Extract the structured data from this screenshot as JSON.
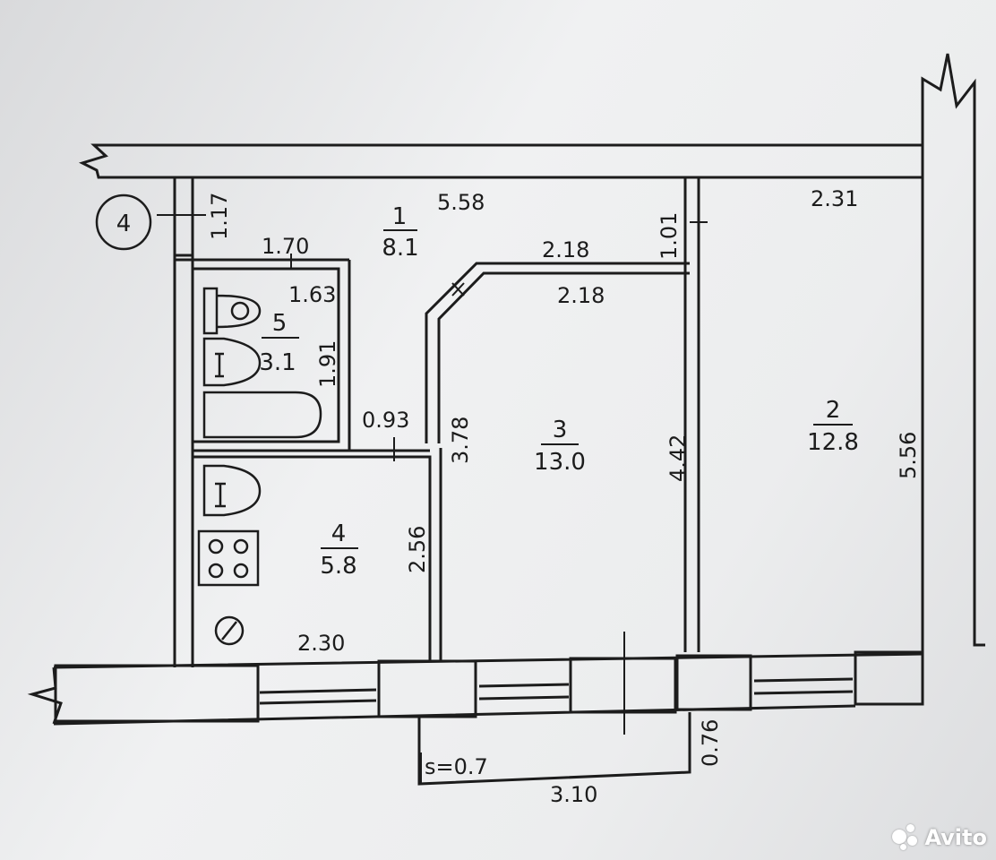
{
  "axis_marker": "4",
  "rooms": [
    {
      "number": "1",
      "area": "8.1"
    },
    {
      "number": "2",
      "area": "12.8"
    },
    {
      "number": "3",
      "area": "13.0"
    },
    {
      "number": "4",
      "area": "5.8"
    },
    {
      "number": "5",
      "area": "3.1"
    }
  ],
  "dimensions": {
    "d_1_17": "1.17",
    "d_5_58": "5.58",
    "d_2_31": "2.31",
    "d_1_01": "1.01",
    "d_1_70": "1.70",
    "d_1_63": "1.63",
    "d_2_18_top": "2.18",
    "d_2_18_bottom": "2.18",
    "d_1_91": "1.91",
    "d_0_93": "0.93",
    "d_3_78": "3.78",
    "d_4_42": "4.42",
    "d_5_56": "5.56",
    "d_2_56": "2.56",
    "d_2_30": "2.30",
    "d_0_76": "0.76",
    "d_3_10": "3.10"
  },
  "balcony_area": "s=0.7",
  "watermark": "Avito",
  "colors": {
    "paper": "#ecedee",
    "ink": "#1c1c1c"
  }
}
